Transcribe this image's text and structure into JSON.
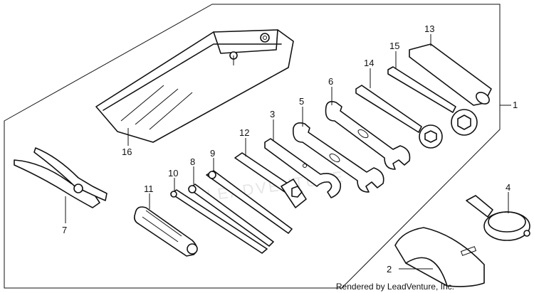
{
  "watermark": "LEADVENTURE",
  "credit": "Rendered by LeadVenture, Inc.",
  "callouts": [
    {
      "id": "1",
      "label": "1"
    },
    {
      "id": "2",
      "label": "2"
    },
    {
      "id": "3",
      "label": "3"
    },
    {
      "id": "4",
      "label": "4"
    },
    {
      "id": "5",
      "label": "5"
    },
    {
      "id": "6",
      "label": "6"
    },
    {
      "id": "7",
      "label": "7"
    },
    {
      "id": "8",
      "label": "8"
    },
    {
      "id": "9",
      "label": "9"
    },
    {
      "id": "10",
      "label": "10"
    },
    {
      "id": "11",
      "label": "11"
    },
    {
      "id": "12",
      "label": "12"
    },
    {
      "id": "13",
      "label": "13"
    },
    {
      "id": "14",
      "label": "14"
    },
    {
      "id": "15",
      "label": "15"
    },
    {
      "id": "16",
      "label": "16"
    }
  ]
}
